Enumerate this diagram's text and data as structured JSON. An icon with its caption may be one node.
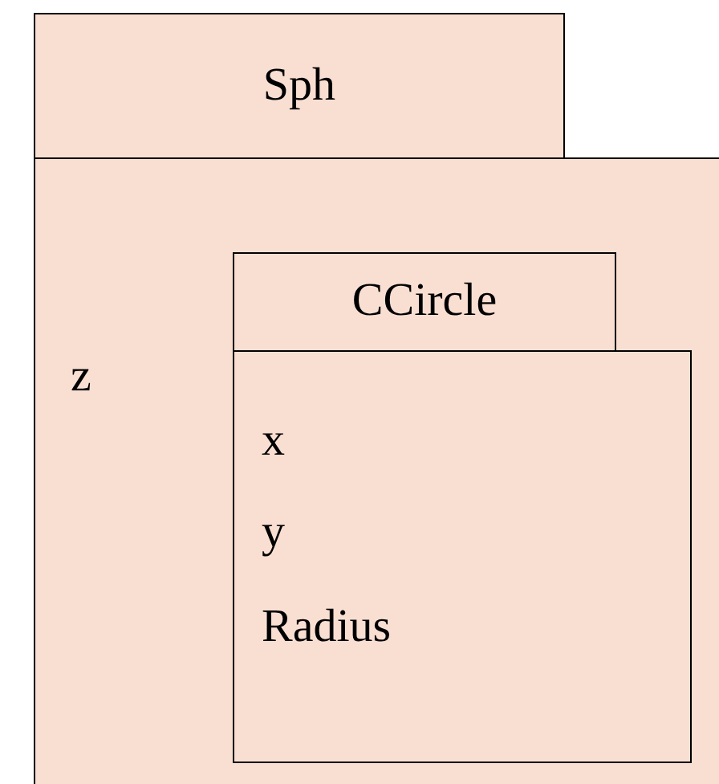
{
  "diagram": {
    "nodes": [
      {
        "text": [
          "Sph",
          "z"
        ]
      },
      {
        "text": [
          "CCircle",
          "x",
          "y",
          "Radius"
        ],
        "in": 0
      }
    ]
  }
}
